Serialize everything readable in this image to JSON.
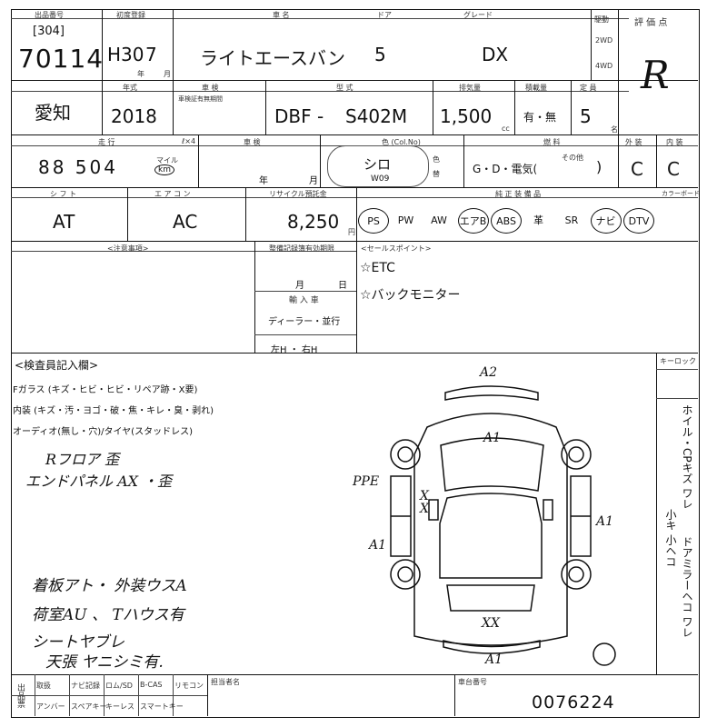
{
  "header": {
    "lot_label": "出品番号",
    "lot_sub": "[304]",
    "lot_number": "70114",
    "reg_label": "初度登録",
    "reg_year": "H30",
    "reg_month": "7",
    "reg_unit": "年",
    "reg_unit2": "月",
    "name_label": "車  名",
    "car_name": "ライトエースバン",
    "door_label": "ドア",
    "doors": "5",
    "grade_label": "グレード",
    "grade": "DX",
    "drive_label": "駆動",
    "drive_2wd": "2WD",
    "drive_4wd": "4WD",
    "score_label": "評 価 点",
    "score": "R"
  },
  "row2": {
    "region": "愛知",
    "model_year_label": "年式",
    "model_year": "2018",
    "period_label": "車 検",
    "period_sub": "車検証有無期間",
    "type_label": "型 式",
    "type_prefix": "DBF -",
    "type_code": "S402M",
    "cc_label": "排気量",
    "cc": "1,500",
    "cc_unit": "cc",
    "transport_label": "積載量",
    "transport": "有・無",
    "capacity_label": "定 員",
    "capacity": "5",
    "capacity_unit": "名"
  },
  "row3": {
    "mileage_label": "走 行",
    "mileage": "88 504",
    "mileage_unit_top": "マイル",
    "mileage_unit": "km",
    "mileage_extra": "ℓ×4",
    "inspection_label": "車 検",
    "inspection_year": "年",
    "inspection_month": "月",
    "color_label": "色 (Col.No)",
    "color": "シロ",
    "color_code": "W09",
    "color_change_a": "色",
    "color_change_b": "替",
    "fuel_label": "燃 料",
    "fuel": "G・D・電気(",
    "fuel_other": "その他",
    "fuel_close": ")",
    "exterior_label": "外 装",
    "exterior": "C",
    "interior_label": "内 装",
    "interior": "C"
  },
  "row4": {
    "shift_label": "シ フ ト",
    "shift": "AT",
    "ac_label": "エ ア コ ン",
    "ac": "AC",
    "recycle_label": "リサイクル預託金",
    "recycle": "8,250",
    "recycle_unit": "円",
    "equip_label": "純 正 装 備 品",
    "equip_corner": "カラーボード",
    "equipment": [
      "PS",
      "PW",
      "AW",
      "エアB",
      "ABS",
      "革",
      "SR",
      "ナビ",
      "DTV"
    ],
    "equipment_circled": [
      true,
      false,
      false,
      true,
      true,
      false,
      false,
      true,
      true
    ]
  },
  "notes": {
    "notes_label": "<注意事項>",
    "cert_label": "整備記録簿有効期限",
    "cert_month": "月",
    "cert_day": "日",
    "import_label": "輸 入 車",
    "import_value": "ディーラー・並行",
    "handle": "左H ・ 右H",
    "sales_label": "<セールスポイント>",
    "sales_points": [
      "☆ETC",
      "☆バックモニター"
    ]
  },
  "inspector": {
    "title": "<検査員記入欄>",
    "glass": "Fガラス (キズ・ヒビ・ヒビ・リペア跡・X要)",
    "interior": "内装 (キズ・汚・ヨゴ・破・焦・キレ・臭・剥れ)",
    "audio": "オーディオ(無し・穴)/タイヤ(スタッドレス)",
    "keyless": "キーロック",
    "side_text": "ホイル・CPキズ ワレ",
    "side_text2": "小キ 小ヘコ",
    "side_text3": "ドアミラーヘコ ワレ",
    "handwritten": [
      "Rフロア 歪",
      "エンドパネル AX ・歪",
      "着板アト・ 外装ウスA",
      "荷室AU 、 Tハウス有",
      "シートヤブレ",
      "天張 ヤニシミ有."
    ]
  },
  "diagram": {
    "marks": [
      "A2",
      "A1",
      "PPE",
      "X",
      "X",
      "A1",
      "A1",
      "XX",
      "A1"
    ]
  },
  "footer": {
    "cols": [
      "取扱",
      "ナビ記録",
      "ロム/SD",
      "B-CAS",
      "リモコン"
    ],
    "cols2": [
      "アンバー",
      "スペアキー",
      "キーレス",
      "スマートキー"
    ],
    "inspector_label": "担当者名",
    "vin_label": "車台番号",
    "vin": "0076224",
    "side_label": "出品票"
  }
}
